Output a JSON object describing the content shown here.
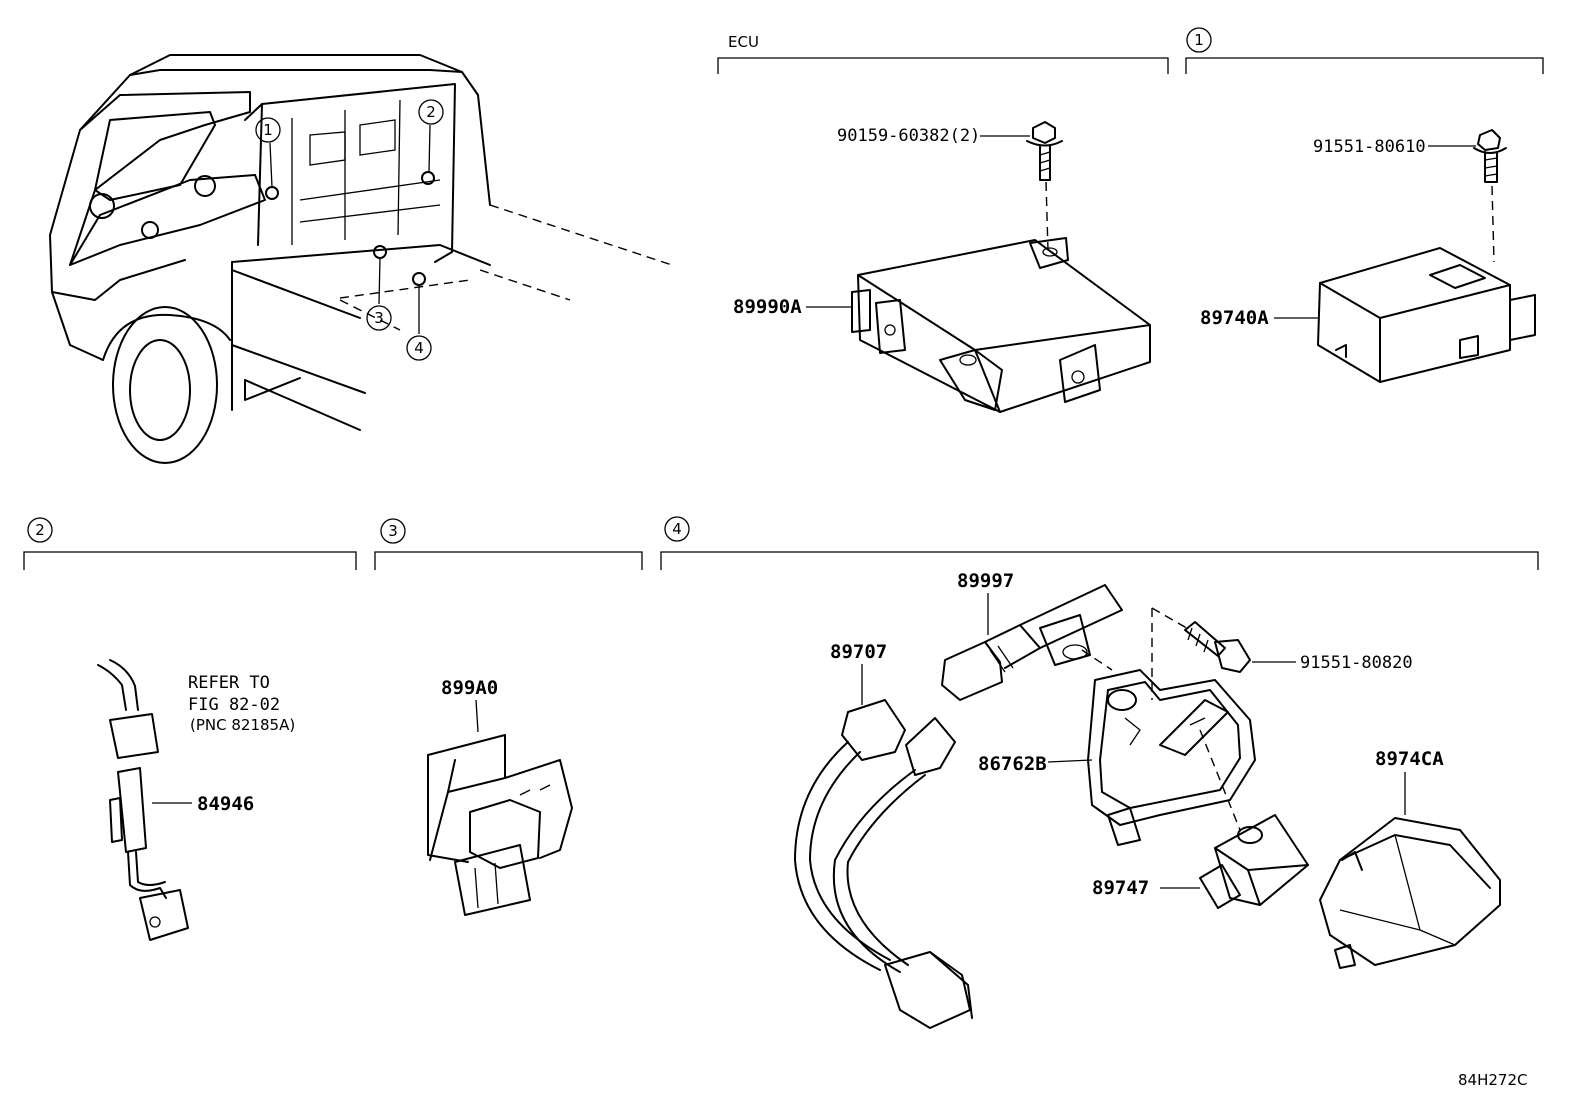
{
  "diagram_id": "84H272C",
  "sections": {
    "ecu": {
      "label": "ECU"
    },
    "s1": {
      "label": "1"
    },
    "s2": {
      "label": "2"
    },
    "s3": {
      "label": "3"
    },
    "s4": {
      "label": "4"
    }
  },
  "callouts": [
    "1",
    "2",
    "3",
    "4"
  ],
  "parts": {
    "bolt_ecu": "90159-60382(2)",
    "ecu_unit": "89990A",
    "bolt_s1": "91551-80610",
    "module_s1": "89740A",
    "refer_line1": "REFER TO",
    "refer_line2": "FIG 82-02",
    "refer_line3": "(PNC 82185A)",
    "sensor_s2": "84946",
    "part_s3": "899A0",
    "wire_s4": "89707",
    "sensor_s4": "89997",
    "bolt_s4": "91551-80820",
    "bracket_s4": "86762B",
    "sensor2_s4": "89747",
    "cover_s4": "8974CA"
  }
}
